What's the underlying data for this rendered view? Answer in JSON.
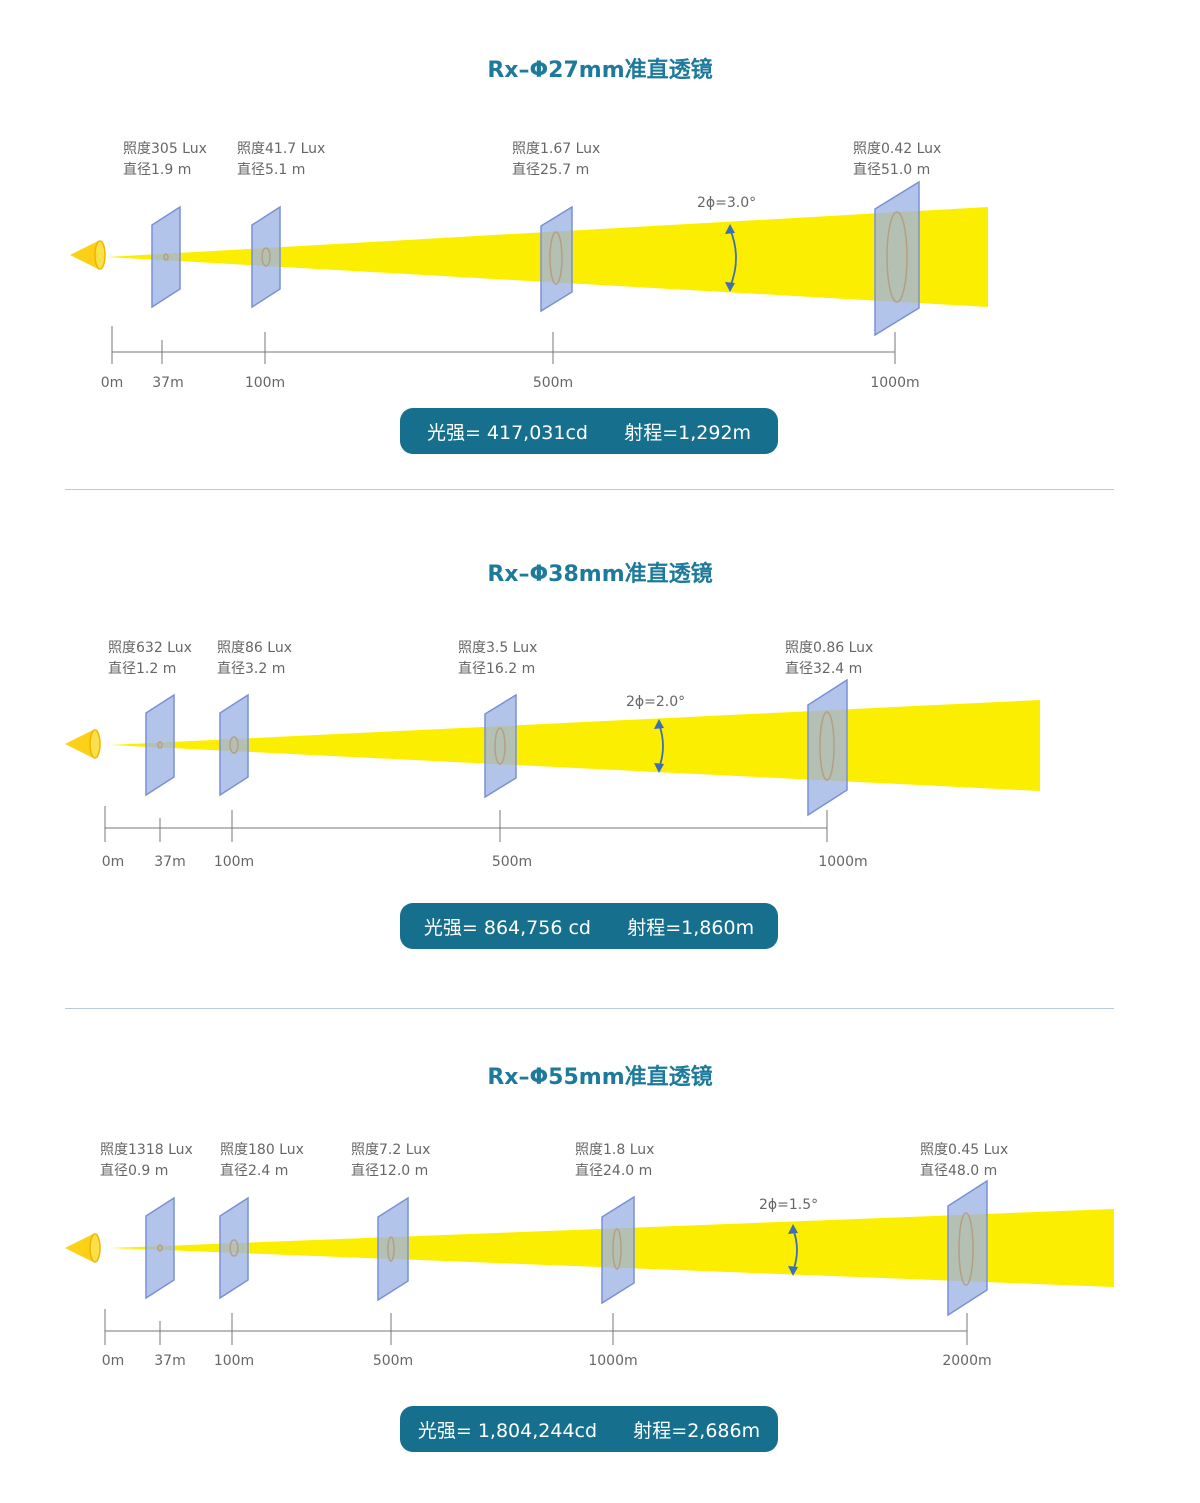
{
  "colors": {
    "beam": "#fcee00",
    "source": "#fcd016",
    "panel_fill": "#9db3e6",
    "panel_stroke": "#7a90d6",
    "arrow": "#3d6fb3",
    "title": "#1d7a9a",
    "pill": "#166f8d",
    "axis": "#777777",
    "label_text": "#666666"
  },
  "icons": {
    "light_source": "cone-light-icon",
    "angle_arrow": "double-arrow-icon"
  },
  "sections": [
    {
      "title": "Rx–Φ27mm准直透镜",
      "angle_label": "2ϕ=3.0°",
      "summary": {
        "intensity": "光强= 417,031cd",
        "range": "射程=1,292m"
      },
      "ticks": [
        "0m",
        "37m",
        "100m",
        "500m",
        "1000m"
      ],
      "labels": [
        {
          "lux": "照度305 Lux",
          "dia": "直径1.9 m"
        },
        {
          "lux": "照度41.7 Lux",
          "dia": "直径5.1 m"
        },
        {
          "lux": "照度1.67 Lux",
          "dia": "直径25.7 m"
        },
        {
          "lux": "照度0.42 Lux",
          "dia": "直径51.0 m"
        }
      ]
    },
    {
      "title": "Rx–Φ38mm准直透镜",
      "angle_label": "2ϕ=2.0°",
      "summary": {
        "intensity": "光强= 864,756 cd",
        "range": "射程=1,860m"
      },
      "ticks": [
        "0m",
        "37m",
        "100m",
        "500m",
        "1000m"
      ],
      "labels": [
        {
          "lux": "照度632 Lux",
          "dia": "直径1.2 m"
        },
        {
          "lux": "照度86 Lux",
          "dia": "直径3.2 m"
        },
        {
          "lux": "照度3.5 Lux",
          "dia": "直径16.2 m"
        },
        {
          "lux": "照度0.86 Lux",
          "dia": "直径32.4 m"
        }
      ]
    },
    {
      "title": "Rx–Φ55mm准直透镜",
      "angle_label": "2ϕ=1.5°",
      "summary": {
        "intensity": "光强= 1,804,244cd",
        "range": "射程=2,686m"
      },
      "ticks": [
        "0m",
        "37m",
        "100m",
        "500m",
        "1000m",
        "2000m"
      ],
      "labels": [
        {
          "lux": "照度1318 Lux",
          "dia": "直径0.9 m"
        },
        {
          "lux": "照度180 Lux",
          "dia": "直径2.4 m"
        },
        {
          "lux": "照度7.2 Lux",
          "dia": "直径12.0 m"
        },
        {
          "lux": "照度1.8 Lux",
          "dia": "直径24.0 m"
        },
        {
          "lux": "照度0.45 Lux",
          "dia": "直径48.0 m"
        }
      ]
    }
  ]
}
